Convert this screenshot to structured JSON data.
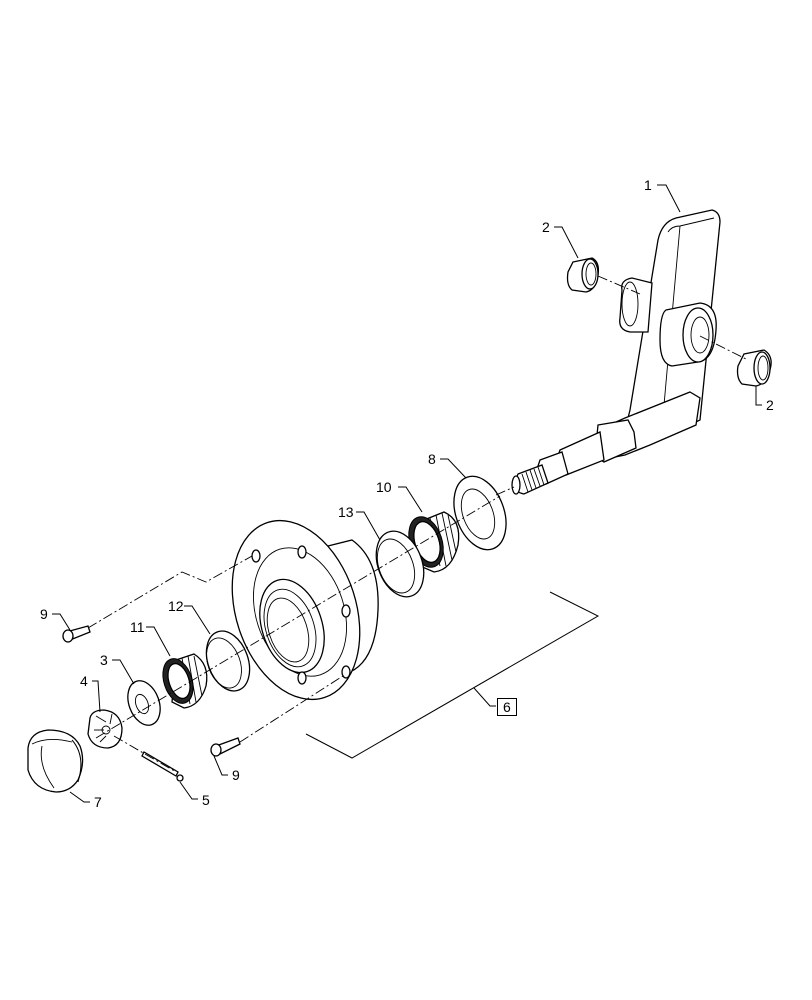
{
  "diagram": {
    "type": "exploded-parts-view",
    "subject": "Wheel hub and spindle assembly",
    "callouts": [
      {
        "id": "c1",
        "label": "1",
        "part": "spindle-arm"
      },
      {
        "id": "c2a",
        "label": "2",
        "part": "bushing-upper"
      },
      {
        "id": "c2b",
        "label": "2",
        "part": "bushing-lower"
      },
      {
        "id": "c3",
        "label": "3",
        "part": "washer"
      },
      {
        "id": "c4",
        "label": "4",
        "part": "castle-nut"
      },
      {
        "id": "c5",
        "label": "5",
        "part": "cotter-pin"
      },
      {
        "id": "c6",
        "label": "6",
        "part": "hub-assembly-group",
        "boxed": true
      },
      {
        "id": "c7",
        "label": "7",
        "part": "dust-cap"
      },
      {
        "id": "c8",
        "label": "8",
        "part": "seal"
      },
      {
        "id": "c9a",
        "label": "9",
        "part": "wheel-stud-upper"
      },
      {
        "id": "c9b",
        "label": "9",
        "part": "wheel-stud-lower"
      },
      {
        "id": "c10",
        "label": "10",
        "part": "inner-bearing-cone"
      },
      {
        "id": "c11",
        "label": "11",
        "part": "outer-bearing-cone"
      },
      {
        "id": "c12",
        "label": "12",
        "part": "outer-bearing-cup"
      },
      {
        "id": "c13",
        "label": "13",
        "part": "inner-bearing-cup"
      }
    ]
  }
}
